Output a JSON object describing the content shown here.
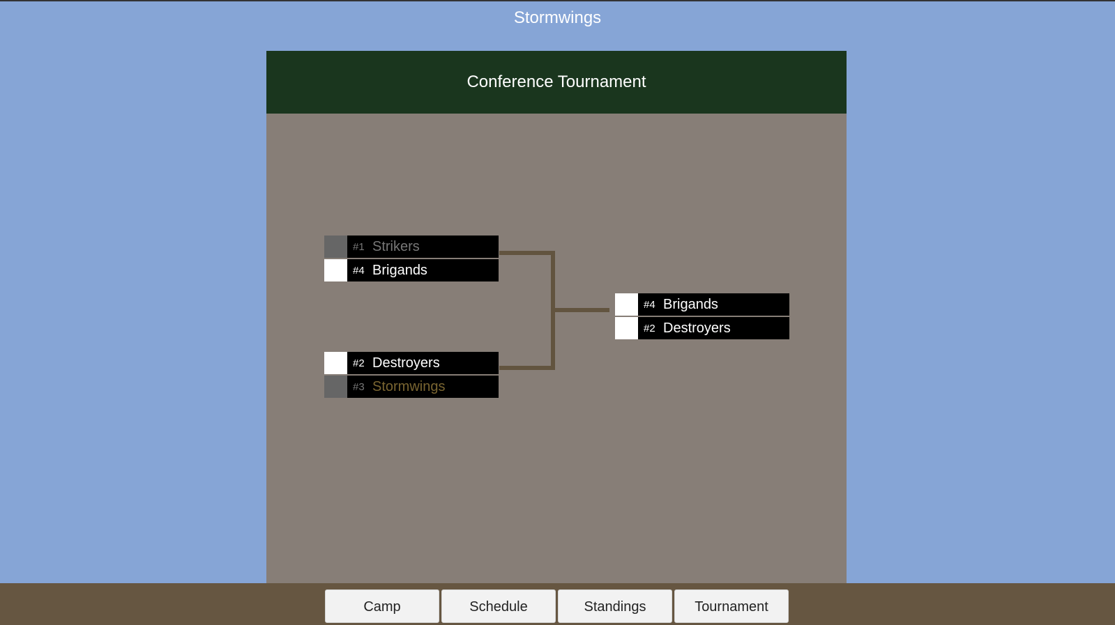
{
  "app": {
    "title": "Stormwings"
  },
  "panel": {
    "title": "Conference Tournament"
  },
  "bracket": {
    "semifinals": [
      {
        "teams": [
          {
            "seed": "#1",
            "name": "Strikers",
            "status": "eliminated"
          },
          {
            "seed": "#4",
            "name": "Brigands",
            "status": "won"
          }
        ]
      },
      {
        "teams": [
          {
            "seed": "#2",
            "name": "Destroyers",
            "status": "won"
          },
          {
            "seed": "#3",
            "name": "Stormwings",
            "status": "eliminated",
            "user_team": true
          }
        ]
      }
    ],
    "final": {
      "teams": [
        {
          "seed": "#4",
          "name": "Brigands",
          "status": "pending"
        },
        {
          "seed": "#2",
          "name": "Destroyers",
          "status": "pending"
        }
      ]
    }
  },
  "colors": {
    "background": "#86a5d6",
    "header": "#1a361e",
    "panel": "#877e77",
    "connector": "#62543f",
    "bottom_bar": "#665641",
    "user_team_text": "#7a6531"
  },
  "nav": {
    "camp": "Camp",
    "schedule": "Schedule",
    "standings": "Standings",
    "tournament": "Tournament"
  }
}
